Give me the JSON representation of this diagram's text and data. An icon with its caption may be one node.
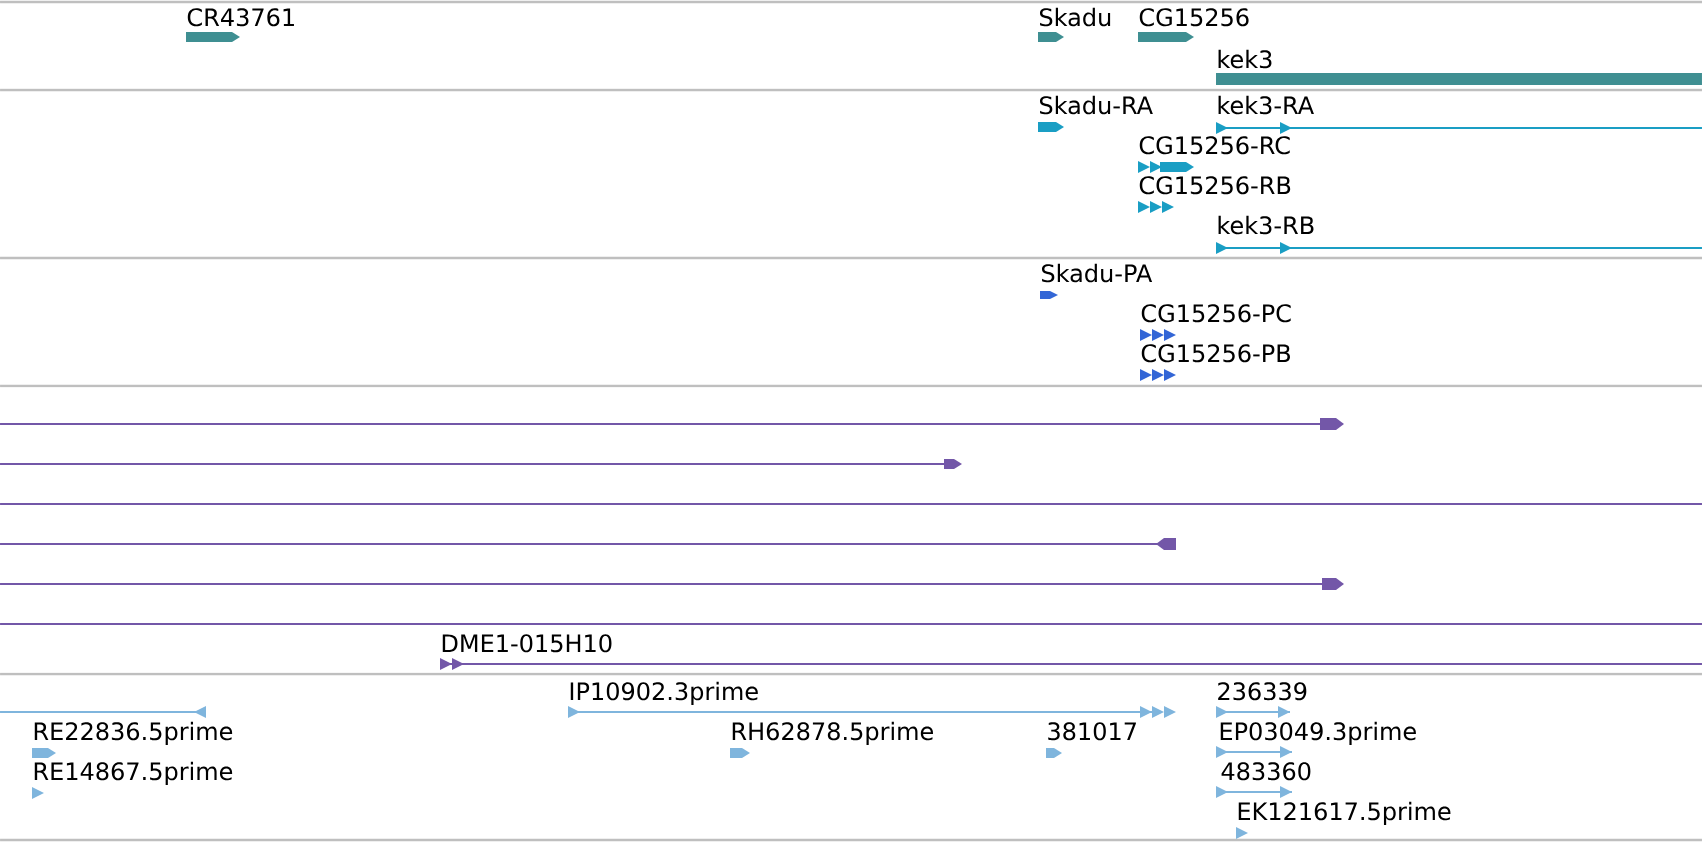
{
  "diagram": {
    "nodes": [
      {
        "text": [
          "CR43761"
        ]
      },
      {
        "text": [
          "Skadu"
        ]
      },
      {
        "text": [
          "CG15256"
        ]
      },
      {
        "text": [
          "kek3"
        ]
      },
      {
        "text": [
          "Skadu-RA"
        ]
      },
      {
        "text": [
          "kek3-RA"
        ]
      },
      {
        "text": [
          "CG15256-RC"
        ]
      },
      {
        "text": [
          "CG15256-RB"
        ]
      },
      {
        "text": [
          "kek3-RB"
        ]
      },
      {
        "text": [
          "Skadu-PA"
        ]
      },
      {
        "text": [
          "CG15256-PC"
        ]
      },
      {
        "text": [
          "CG15256-PB"
        ]
      },
      {
        "text": [],
        "shape": "bar"
      },
      {
        "text": [],
        "shape": "bar"
      },
      {
        "text": [],
        "shape": "bar"
      },
      {
        "text": [],
        "shape": "bar"
      },
      {
        "text": [],
        "shape": "bar"
      },
      {
        "text": [],
        "shape": "bar"
      },
      {
        "text": [
          "DME1-015H10"
        ]
      },
      {
        "text": [],
        "shape": "bar"
      },
      {
        "text": [
          "IP10902.3prime"
        ]
      },
      {
        "text": [
          "236339"
        ]
      },
      {
        "text": [
          "RE22836.5prime"
        ]
      },
      {
        "text": [
          "RH62878.5prime"
        ]
      },
      {
        "text": [
          "381017"
        ]
      },
      {
        "text": [
          "EP03049.3prime"
        ]
      },
      {
        "text": [
          "RE14867.5prime"
        ]
      },
      {
        "text": [
          "483360"
        ]
      },
      {
        "text": [
          "EK121617.5prime"
        ]
      }
    ]
  }
}
